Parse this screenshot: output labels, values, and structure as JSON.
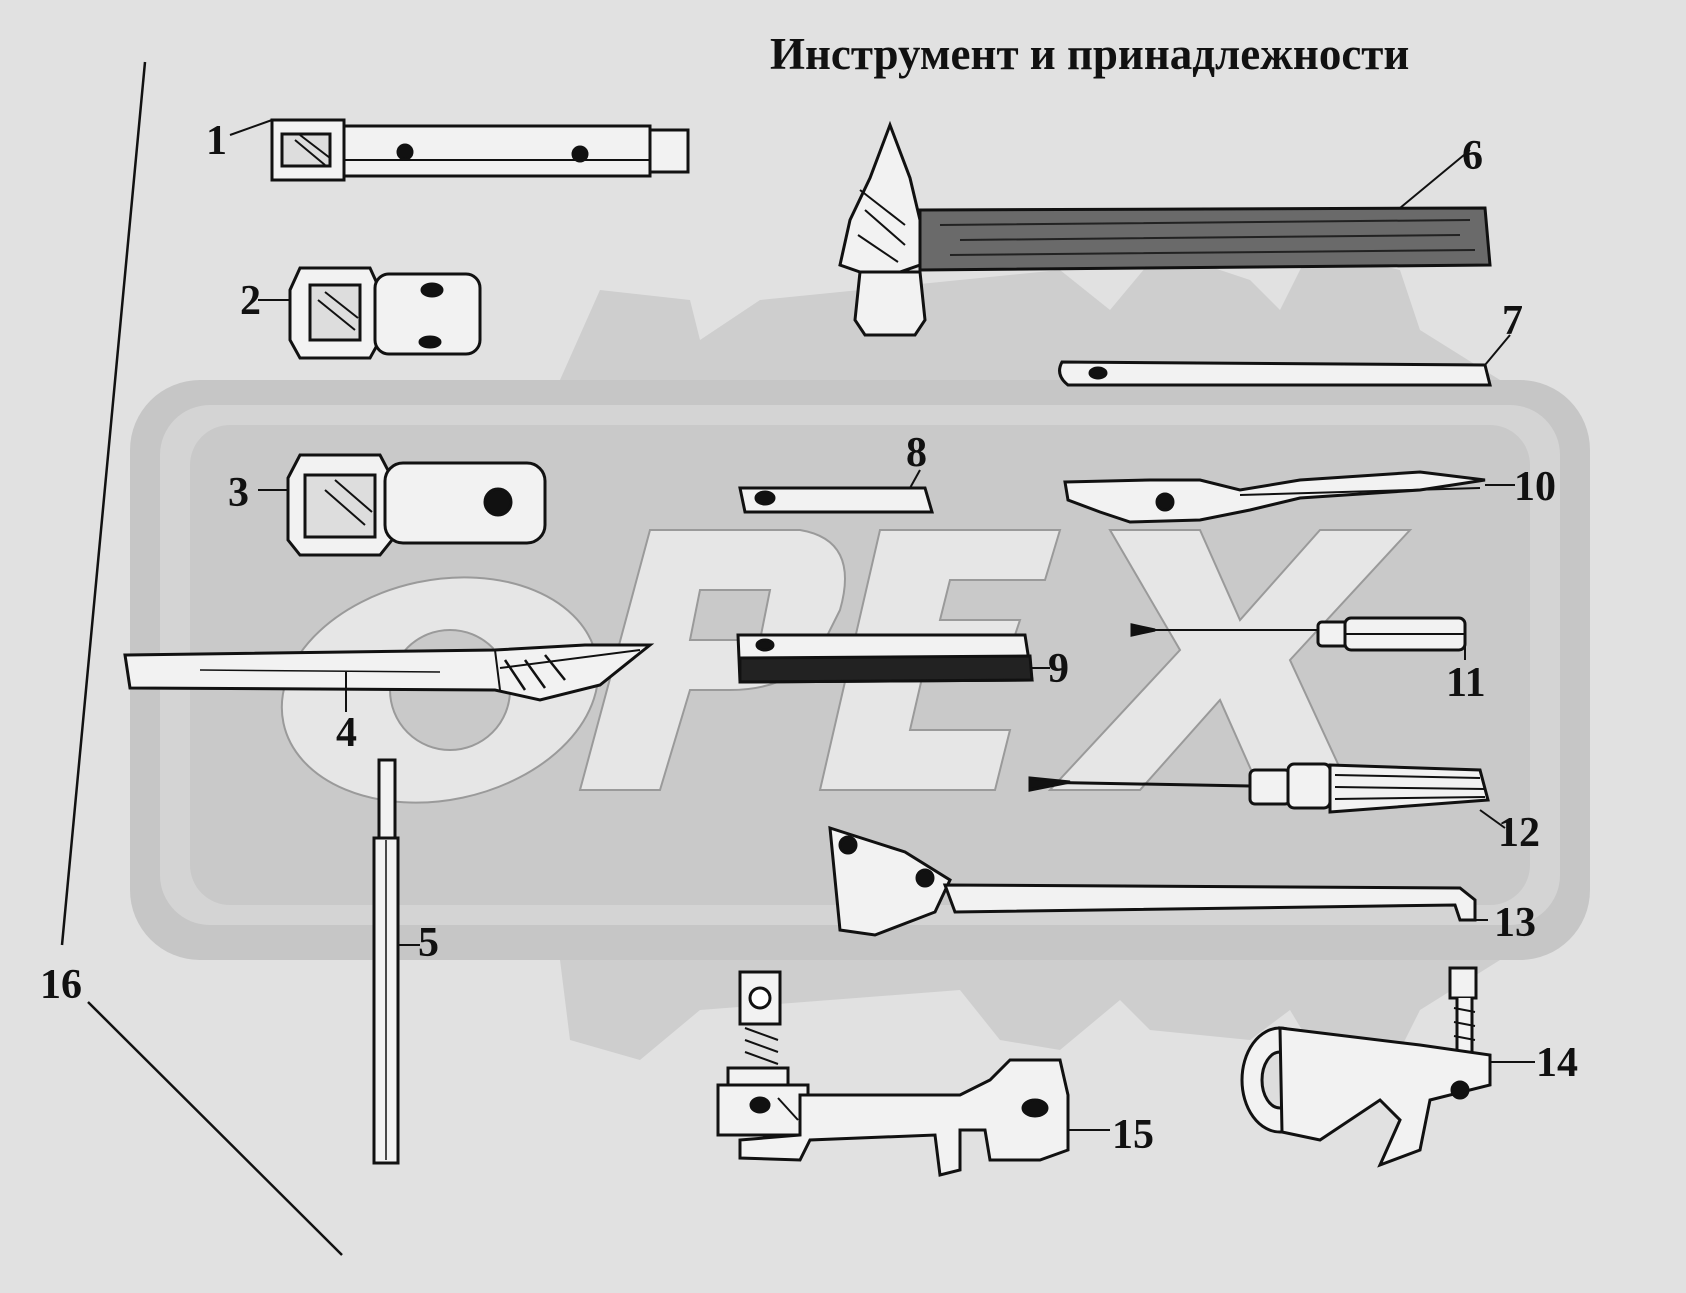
{
  "title": "Инструмент и принадлежности",
  "watermark": "ОРЕХ",
  "callouts": [
    "1",
    "2",
    "3",
    "4",
    "5",
    "6",
    "7",
    "8",
    "9",
    "10",
    "11",
    "12",
    "13",
    "14",
    "15",
    "16"
  ],
  "colors": {
    "background": "#e1e1e1",
    "ink": "#111111",
    "watermark": "#c9c9c9"
  }
}
